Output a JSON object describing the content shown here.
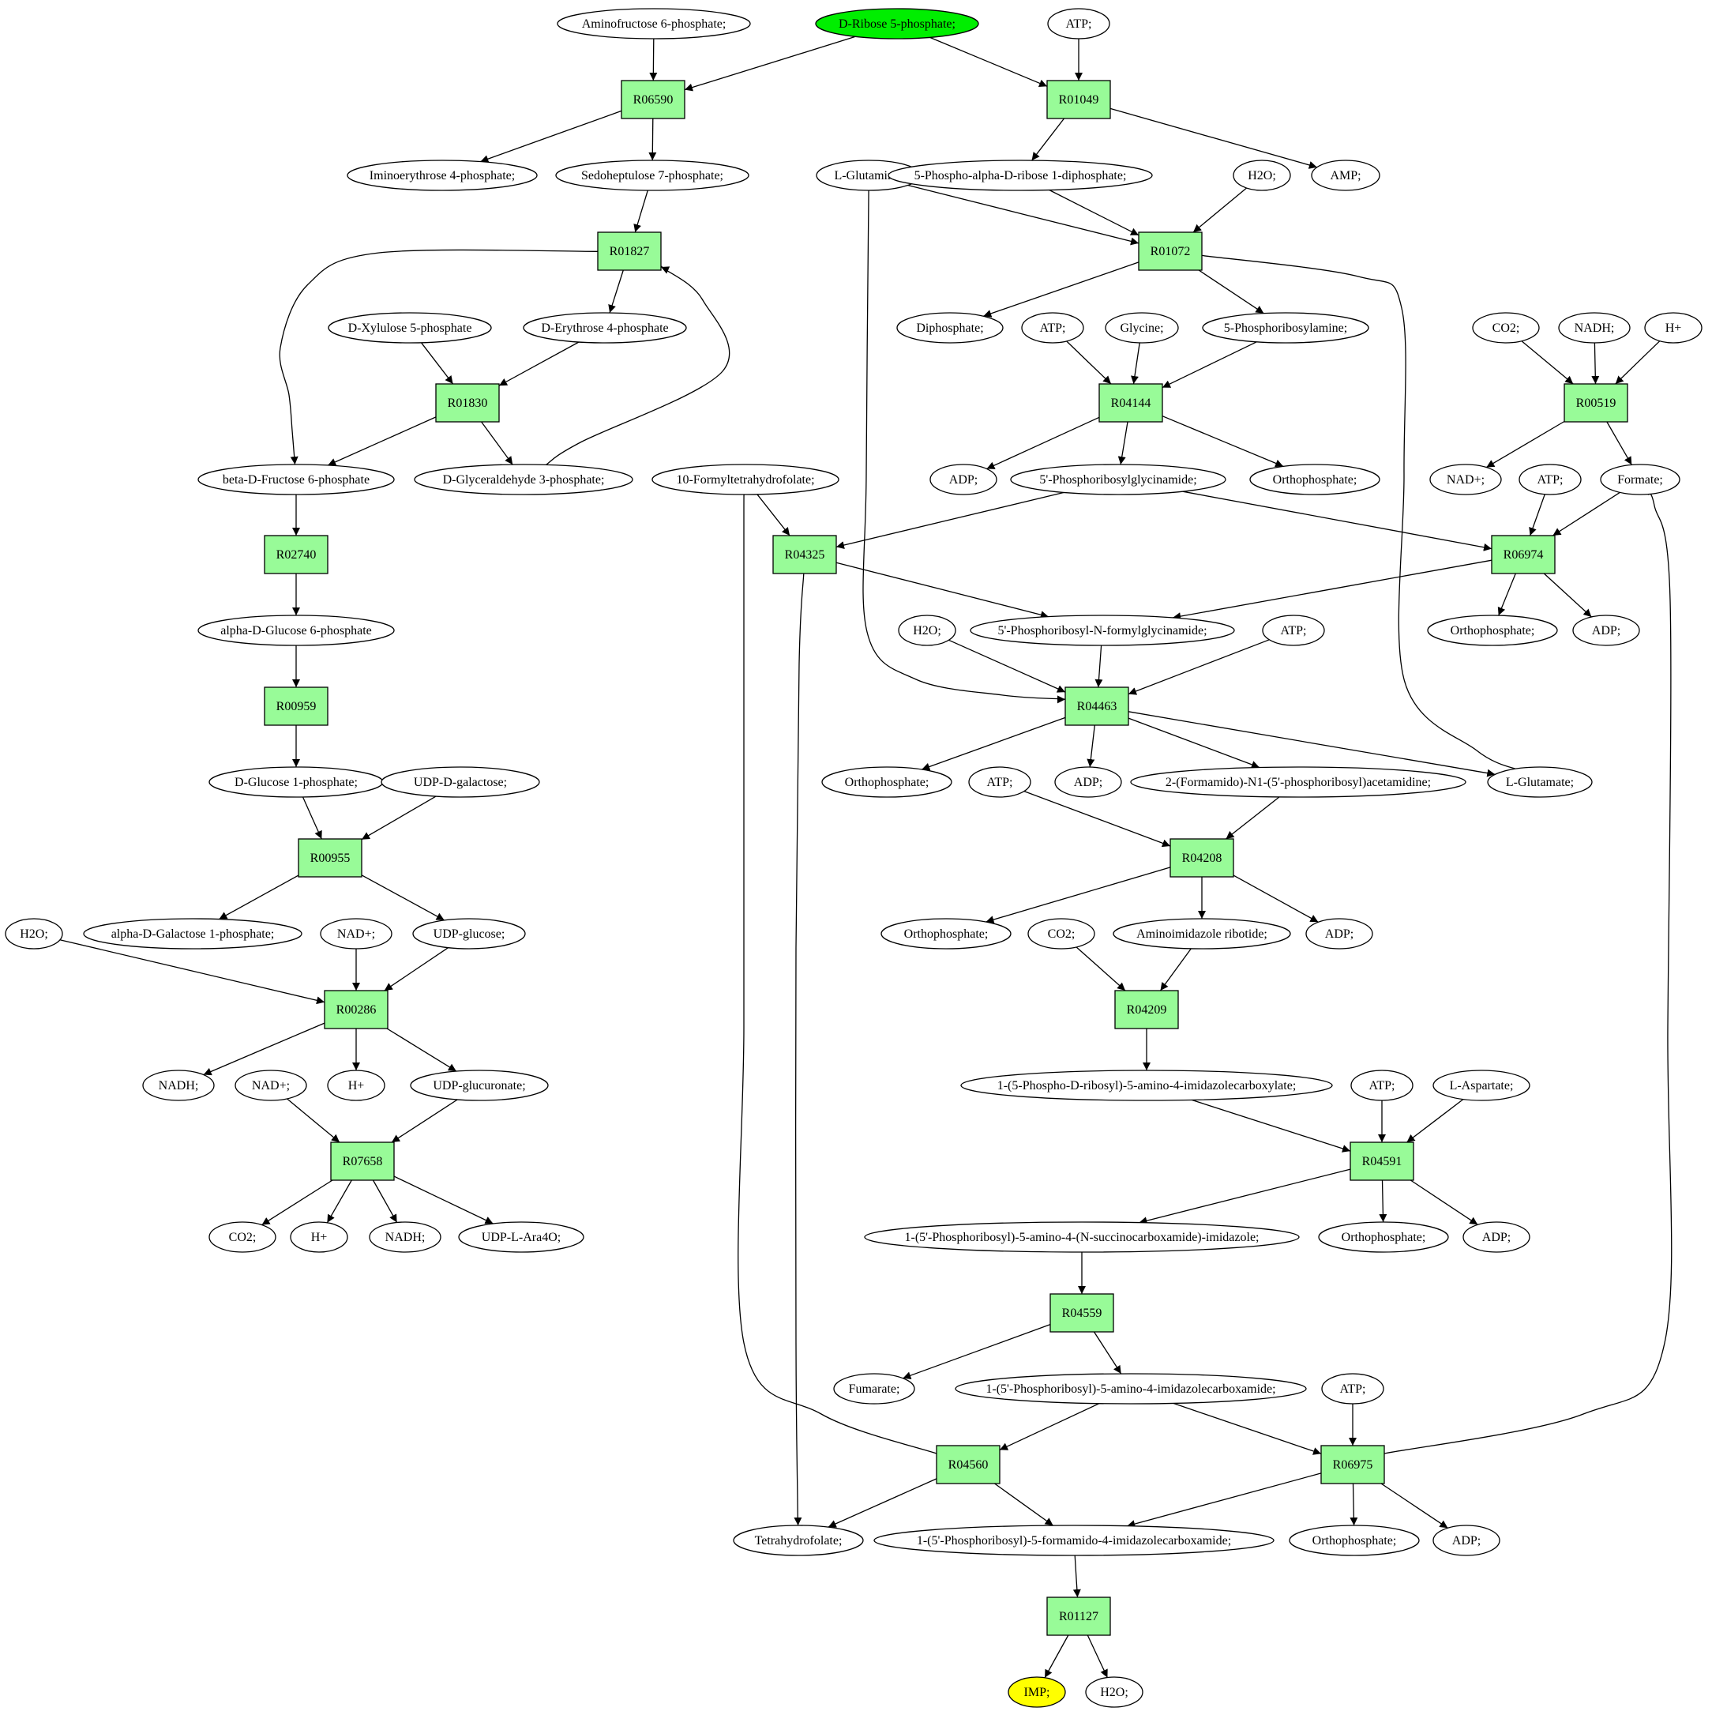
{
  "colors": {
    "compound_fill": "#ffffff",
    "start_fill": "#00ee00",
    "end_fill": "#ffff00",
    "reaction_fill": "#98fb98",
    "stroke": "#000000"
  },
  "nodes": {
    "c_amfp": "Aminofructose 6-phosphate;",
    "c_r5p": "D-Ribose 5-phosphate;",
    "c_atp1": "ATP;",
    "r_R06590": "R06590",
    "r_R01049": "R01049",
    "c_ie4p": "Iminoerythrose 4-phosphate;",
    "c_s7p": "Sedoheptulose 7-phosphate;",
    "c_gln": "L-Glutamine;",
    "c_prpp": "5-Phospho-alpha-D-ribose 1-diphosphate;",
    "c_h2o1": "H2O;",
    "c_amp": "AMP;",
    "r_R01827": "R01827",
    "r_R01072": "R01072",
    "c_x5p": "D-Xylulose 5-phosphate",
    "c_e4p": "D-Erythrose 4-phosphate",
    "c_ppi": "Diphosphate;",
    "c_atp2": "ATP;",
    "c_gly": "Glycine;",
    "c_pra": "5-Phosphoribosylamine;",
    "c_co2a": "CO2;",
    "c_nadh1": "NADH;",
    "c_h1": "H+",
    "r_R01830": "R01830",
    "r_R04144": "R04144",
    "r_R00519": "R00519",
    "c_f6p": "beta-D-Fructose 6-phosphate",
    "c_g3p": "D-Glyceraldehyde 3-phosphate;",
    "c_fthf": "10-Formyltetrahydrofolate;",
    "c_adp1": "ADP;",
    "c_gar": "5'-Phosphoribosylglycinamide;",
    "c_pi1": "Orthophosphate;",
    "c_nad1": "NAD+;",
    "c_atp3": "ATP;",
    "c_formate": "Formate;",
    "r_R02740": "R02740",
    "r_R04325": "R04325",
    "r_R06974": "R06974",
    "c_g6p": "alpha-D-Glucose 6-phosphate",
    "c_h2o2": "H2O;",
    "c_fgar": "5'-Phosphoribosyl-N-formylglycinamide;",
    "c_atp4": "ATP;",
    "c_pi2": "Orthophosphate;",
    "c_adp2": "ADP;",
    "r_R00959": "R00959",
    "r_R04463": "R04463",
    "c_g1p": "D-Glucose 1-phosphate;",
    "c_udpgal": "UDP-D-galactose;",
    "c_pi3": "Orthophosphate;",
    "c_atp5": "ATP;",
    "c_adp3": "ADP;",
    "c_fgam": "2-(Formamido)-N1-(5'-phosphoribosyl)acetamidine;",
    "c_glu": "L-Glutamate;",
    "r_R00955": "R00955",
    "r_R04208": "R04208",
    "c_h2o3": "H2O;",
    "c_gal1p": "alpha-D-Galactose 1-phosphate;",
    "c_nad2": "NAD+;",
    "c_udpglc": "UDP-glucose;",
    "c_pi4": "Orthophosphate;",
    "c_co2b": "CO2;",
    "c_air": "Aminoimidazole ribotide;",
    "c_adp4": "ADP;",
    "r_R00286": "R00286",
    "r_R04209": "R04209",
    "c_nadh2": "NADH;",
    "c_nad3": "NAD+;",
    "c_h2": "H+",
    "c_udpglcA": "UDP-glucuronate;",
    "c_cair": "1-(5-Phospho-D-ribosyl)-5-amino-4-imidazolecarboxylate;",
    "c_atp6": "ATP;",
    "c_asp": "L-Aspartate;",
    "r_R07658": "R07658",
    "r_R04591": "R04591",
    "c_co2c": "CO2;",
    "c_h3": "H+",
    "c_nadh3": "NADH;",
    "c_udpara": "UDP-L-Ara4O;",
    "c_saicar": "1-(5'-Phosphoribosyl)-5-amino-4-(N-succinocarboxamide)-imidazole;",
    "c_pi5": "Orthophosphate;",
    "c_adp5": "ADP;",
    "r_R04559": "R04559",
    "c_fum": "Fumarate;",
    "c_aicar": "1-(5'-Phosphoribosyl)-5-amino-4-imidazolecarboxamide;",
    "c_atp7": "ATP;",
    "r_R04560": "R04560",
    "r_R06975": "R06975",
    "c_thf": "Tetrahydrofolate;",
    "c_faicar": "1-(5'-Phosphoribosyl)-5-formamido-4-imidazolecarboxamide;",
    "c_pi6": "Orthophosphate;",
    "c_adp6": "ADP;",
    "r_R01127": "R01127",
    "c_imp": "IMP;",
    "c_h2o4": "H2O;"
  }
}
